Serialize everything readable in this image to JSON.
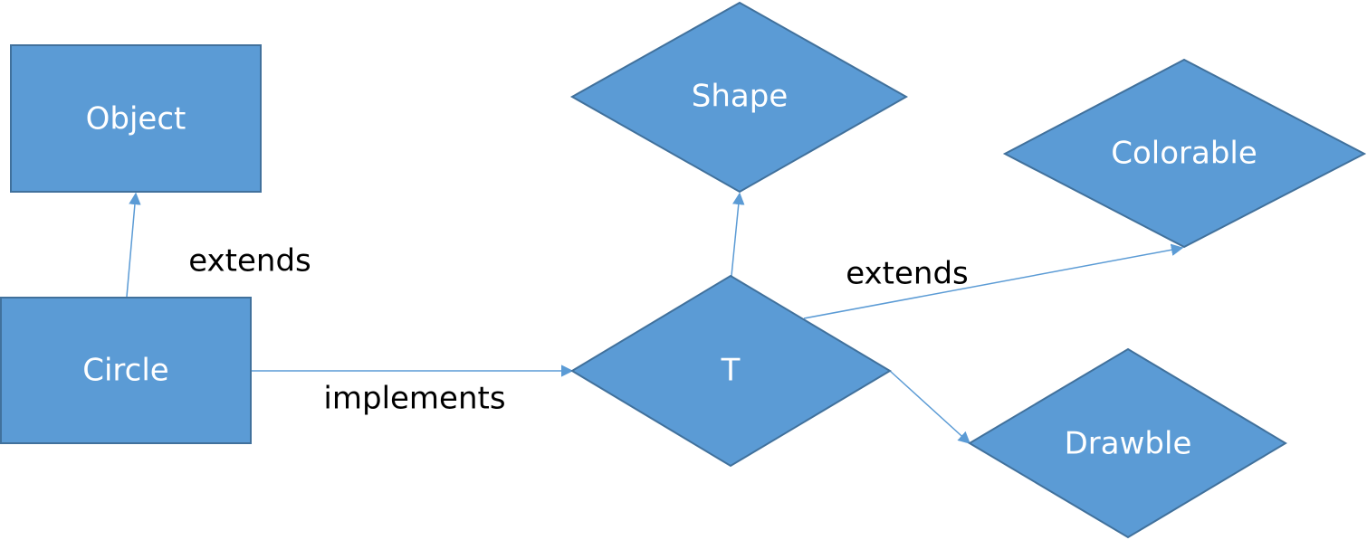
{
  "colors": {
    "node_fill": "#5b9bd5",
    "node_border": "#41719c",
    "edge": "#5b9bd5",
    "node_text": "#ffffff",
    "edge_text": "#000000"
  },
  "nodes": {
    "object": {
      "label": "Object",
      "shape": "rectangle"
    },
    "circle": {
      "label": "Circle",
      "shape": "rectangle"
    },
    "shape": {
      "label": "Shape",
      "shape": "diamond"
    },
    "t": {
      "label": "T",
      "shape": "diamond"
    },
    "colorable": {
      "label": "Colorable",
      "shape": "diamond"
    },
    "drawble": {
      "label": "Drawble",
      "shape": "diamond"
    }
  },
  "edges": {
    "circle_to_object": {
      "label": "extends",
      "from": "Circle",
      "to": "Object"
    },
    "circle_to_t": {
      "label": "implements",
      "from": "Circle",
      "to": "T"
    },
    "t_to_shape": {
      "label": "",
      "from": "T",
      "to": "Shape"
    },
    "t_to_colorable": {
      "label": "extends",
      "from": "T",
      "to": "Colorable"
    },
    "t_to_drawble": {
      "label": "",
      "from": "T",
      "to": "Drawble"
    }
  }
}
